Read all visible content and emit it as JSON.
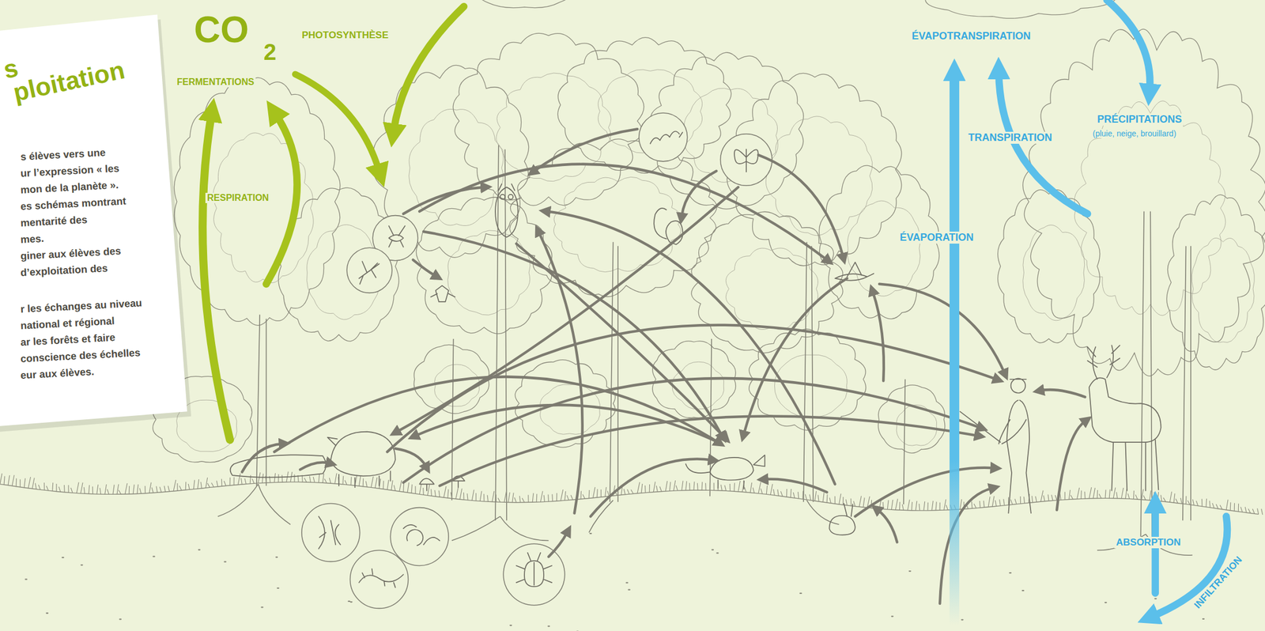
{
  "diagram": {
    "labels": [
      "s",
      "ploitation",
      "s élèves vers une",
      "ur l’expression « les",
      "mon de la planète ».",
      "es schémas montrant",
      "mentarité des",
      "mes.",
      "giner aux élèves des",
      "d’exploitation des",
      "r les échanges au niveau",
      "national et régional",
      "ar les forêts et faire",
      "conscience des échelles",
      "eur aux élèves.",
      "CO",
      "2",
      "PHOTOSYNTHÈSE",
      "FERMENTATIONS",
      "RESPIRATION",
      "ÉVAPOTRANSPIRATION",
      "TRANSPIRATION",
      "ÉVAPORATION",
      "PRÉCIPITATIONS",
      "(pluie, neige, brouillard)",
      "ABSORPTION",
      "INFILTRATION"
    ]
  }
}
